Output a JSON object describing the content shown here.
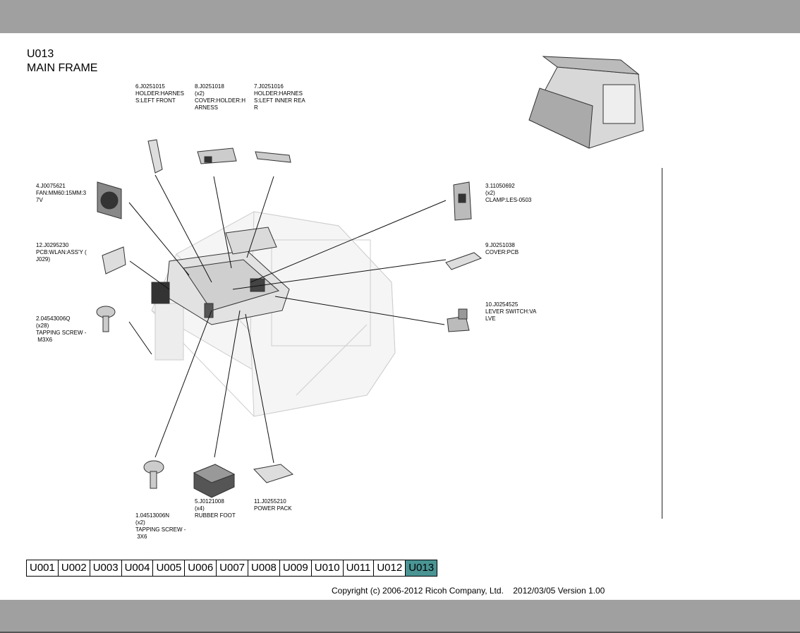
{
  "page": {
    "code": "U013",
    "title": "MAIN FRAME"
  },
  "parts": [
    {
      "lines": [
        "6.J0251015",
        "HOLDER:HARNES",
        "S:LEFT FRONT"
      ]
    },
    {
      "lines": [
        "8.J0251018",
        "(x2)",
        "COVER:HOLDER:H",
        "ARNESS"
      ]
    },
    {
      "lines": [
        "7.J0251016",
        "HOLDER:HARNES",
        "S:LEFT INNER REA",
        "R"
      ]
    },
    {
      "lines": [
        "4.J0075621",
        "FAN:MM60:15MM:3",
        "7V"
      ]
    },
    {
      "lines": [
        "12.J0295230",
        "PCB:WLAN:ASS'Y (",
        "J029)"
      ]
    },
    {
      "lines": [
        "2.04543006Q",
        "(x28)",
        "TAPPING SCREW -",
        " M3X6"
      ]
    },
    {
      "lines": [
        "3.11050692",
        "(x2)",
        "CLAMP:LES-0503"
      ]
    },
    {
      "lines": [
        "9.J0251038",
        "COVER:PCB"
      ]
    },
    {
      "lines": [
        "10.J0254525",
        "LEVER SWITCH:VA",
        "LVE"
      ]
    },
    {
      "lines": [
        "1.04513006N",
        "(x2)",
        "TAPPING SCREW -",
        " 3X6"
      ]
    },
    {
      "lines": [
        "5.J0121008",
        "(x4)",
        "RUBBER FOOT"
      ]
    },
    {
      "lines": [
        "11.J0255210",
        "POWER PACK"
      ]
    }
  ],
  "nav": {
    "tabs": [
      "U001",
      "U002",
      "U003",
      "U004",
      "U005",
      "U006",
      "U007",
      "U008",
      "U009",
      "U010",
      "U011",
      "U012",
      "U013"
    ],
    "active": "U013"
  },
  "footer": {
    "copyright": "Copyright (c) 2006-2012 Ricoh Company, Ltd.    2012/03/05 Version 1.00"
  },
  "colors": {
    "bar": "#a0a0a0",
    "active_tab": "#4a9494"
  }
}
